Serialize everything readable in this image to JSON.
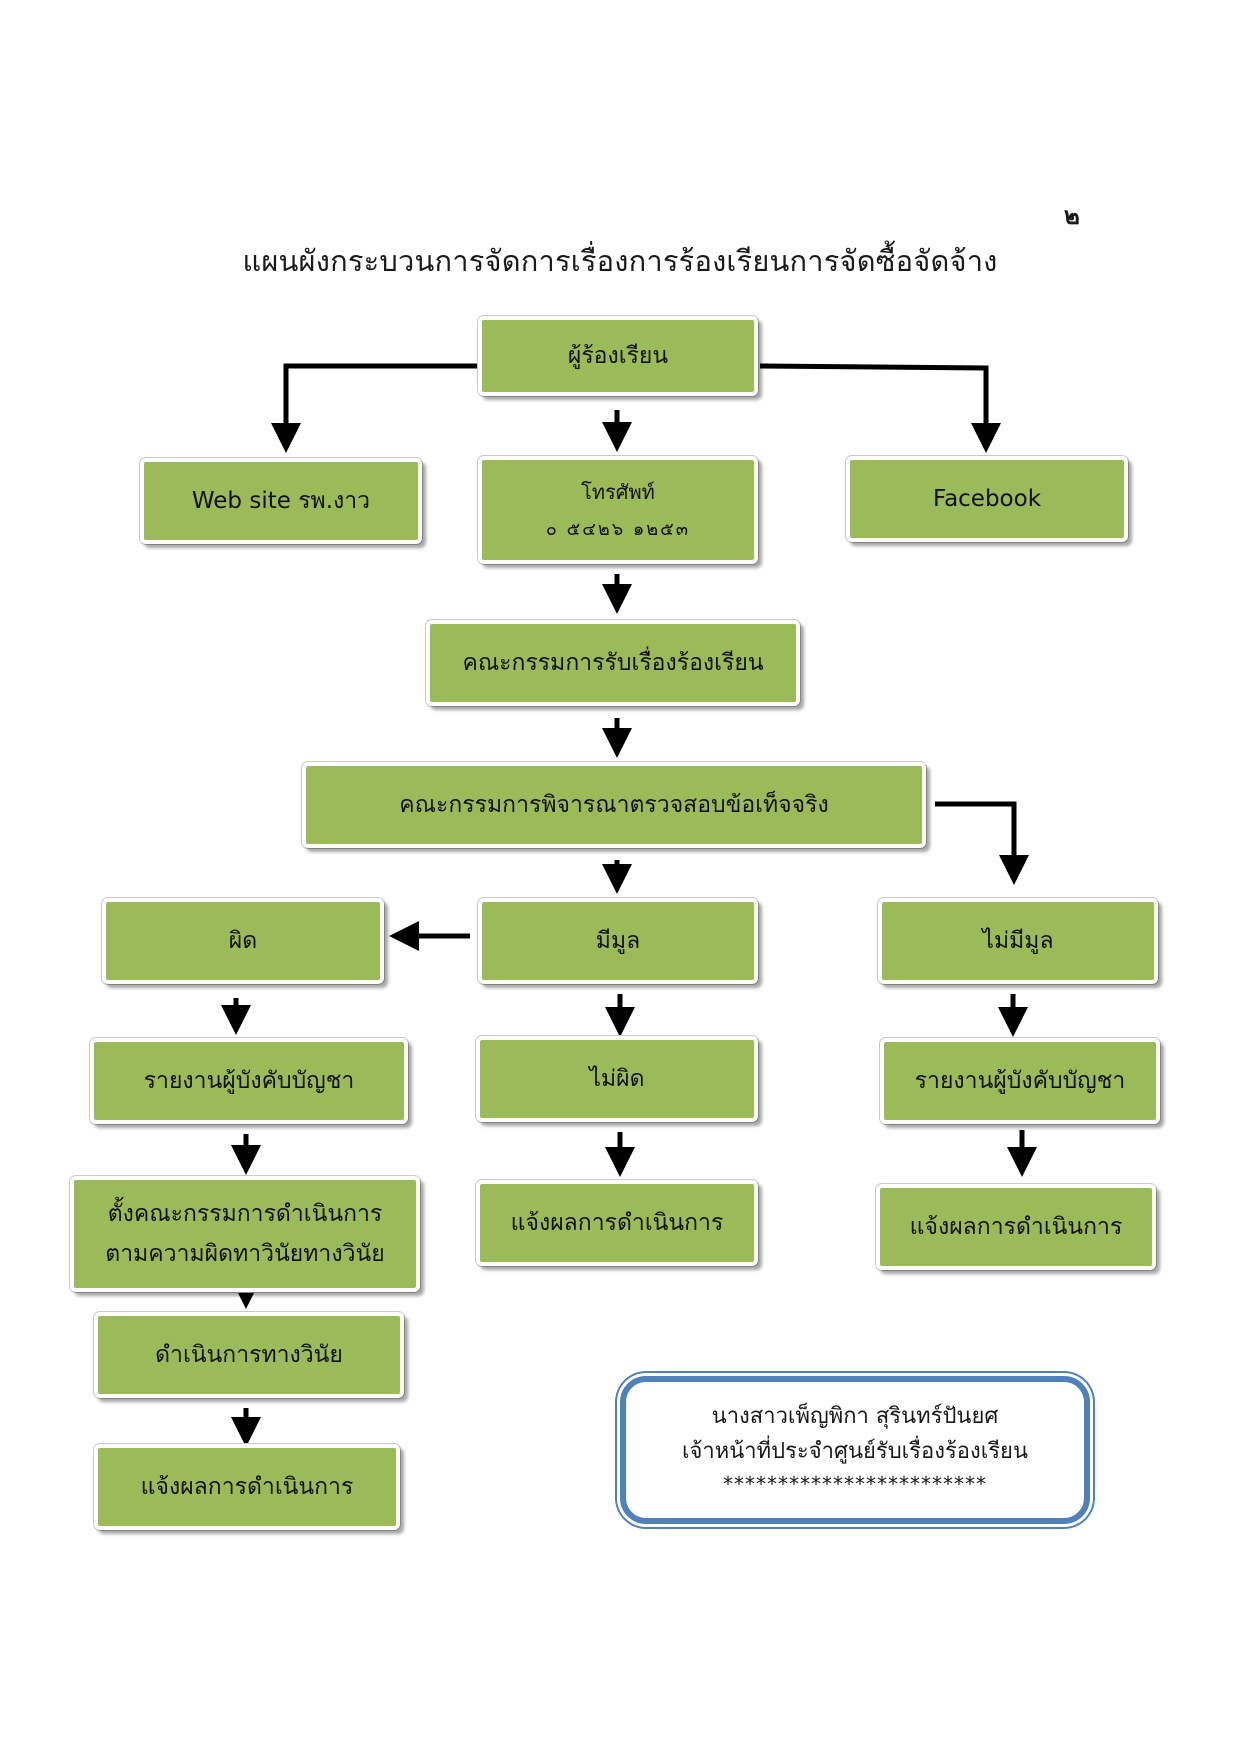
{
  "page_number": "๒",
  "title": "แผนผังกระบวนการจัดการเรื่องการร้องเรียนการจัดซื้อจัดจ้าง",
  "nodes": {
    "complainant": "ผู้ร้องเรียน",
    "website": "Web site รพ.งาว",
    "phone_label": "โทรศัพท์",
    "phone_number": "๐ ๕๔๒๖ ๑๒๕๓",
    "facebook": "Facebook",
    "receive_committee": "คณะกรรมการรับเรื่องร้องเรียน",
    "investigate_committee": "คณะกรรมการพิจารณาตรวจสอบข้อเท็จจริง",
    "wrong": "ผิด",
    "has_basis": "มีมูล",
    "no_basis": "ไม่มีมูล",
    "report_left": "รายงานผู้บังคับบัญชา",
    "not_wrong": "ไม่ผิด",
    "report_right": "รายงานผู้บังคับบัญชา",
    "discipline_committee_line1": "ตั้งคณะกรรมการดำเนินการ",
    "discipline_committee_line2": "ตามความผิดทาวินัยทางวินัย",
    "notify_middle": "แจ้งผลการดำเนินการ",
    "notify_right": "แจ้งผลการดำเนินการ",
    "disciplinary_action": "ดำเนินการทางวินัย",
    "notify_left": "แจ้งผลการดำเนินการ"
  },
  "contact": {
    "name": "นางสาวเพ็ญพิกา สุรินทร์ปันยศ",
    "position": "เจ้าหน้าที่ประจำศูนย์รับเรื่องร้องเรียน",
    "stars": "************************"
  },
  "colors": {
    "box_fill": "#9bbb59",
    "note_border": "#4f81bd",
    "arrow": "#000000"
  }
}
